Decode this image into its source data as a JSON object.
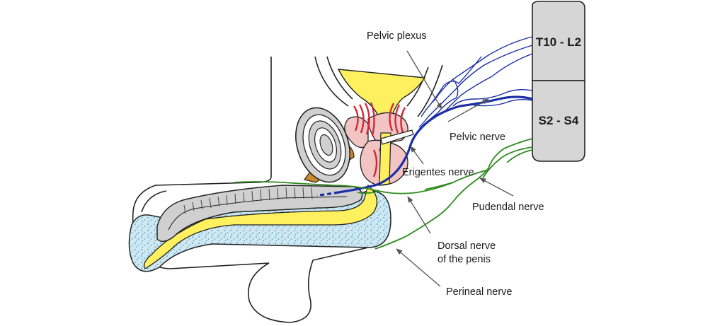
{
  "labels": {
    "pelvic_plexus": "Pelvic plexus",
    "pelvic_nerve": "Pelvic nerve",
    "erigentes_nerve": "Erigentes nerve",
    "pudendal_nerve": "Pudendal nerve",
    "dorsal_nerve_line1": "Dorsal nerve",
    "dorsal_nerve_line2": "of the penis",
    "perineal_nerve": "Perineal nerve"
  },
  "spinal_segments": {
    "upper": "T10 - L2",
    "lower": "S2 - S4"
  },
  "colors": {
    "autonomic_nerve": "#1a2ea8",
    "somatic_nerve": "#2e8b1e",
    "bladder_urethra": "#fff060",
    "prostate_muscle": "#f2c4c4",
    "muscle_fibers": "#d0283a",
    "spongiosum": "#cde8f2",
    "cavernosum": "#cfcfcf",
    "vesicle": "#c98a2e",
    "spinal_box": "#d6d6d6",
    "arrow": "#555555"
  }
}
